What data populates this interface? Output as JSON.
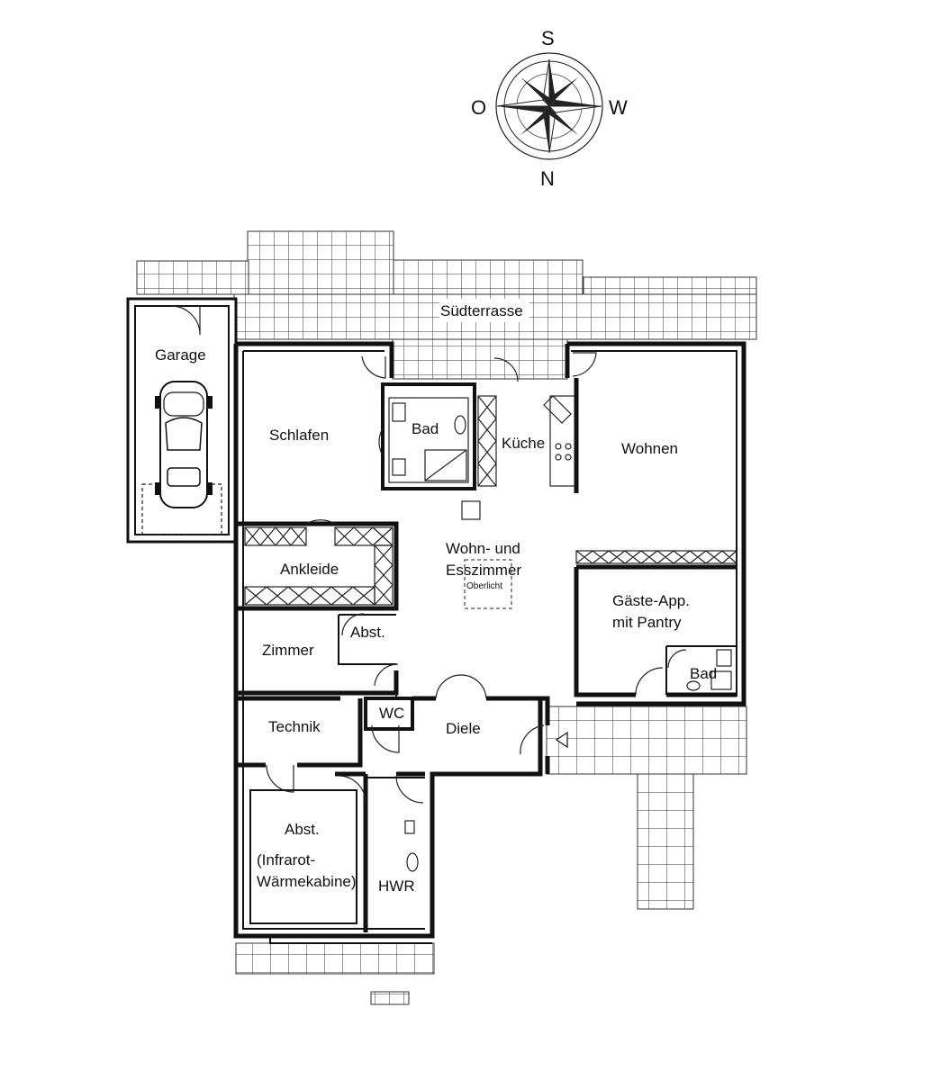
{
  "compass": {
    "north": "N",
    "south": "S",
    "east": "O",
    "west": "W"
  },
  "rooms": {
    "terrace": "Südterrasse",
    "garage": "Garage",
    "bedroom": "Schlafen",
    "bath": "Bad",
    "kitchen": "Küche",
    "living": "Wohnen",
    "dining_line1": "Wohn- und",
    "dining_line2": "Esszimmer",
    "skylight": "Oberlicht",
    "dressing": "Ankleide",
    "storage_small": "Abst.",
    "room": "Zimmer",
    "guest_line1": "Gäste-App.",
    "guest_line2": "mit Pantry",
    "guest_bath": "Bad",
    "technik": "Technik",
    "wc": "WC",
    "hall": "Diele",
    "storage": "Abst.",
    "infrared_line1": "(Infrarot-",
    "infrared_line2": "Wärmekabine)",
    "utility": "HWR"
  }
}
